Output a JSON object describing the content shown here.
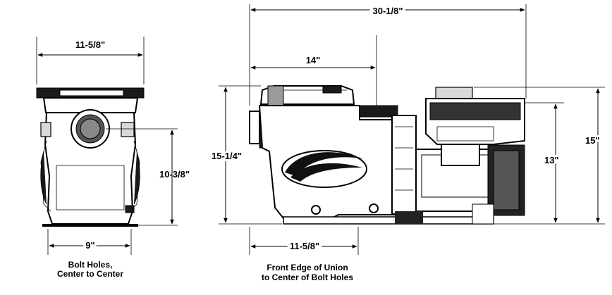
{
  "dimensions": {
    "front_width": "11-5/8\"",
    "front_height": "10-3/8\"",
    "bolt_spacing": "9\"",
    "overall_length": "30-1/8\"",
    "union_to_shaft": "14\"",
    "overall_height": "15\"",
    "union_height": "15-1/4\"",
    "motor_height": "13\"",
    "union_to_bolt": "11-5/8\""
  },
  "captions": {
    "bolt_holes_line1": "Bolt Holes,",
    "bolt_holes_line2": "Center to Center",
    "front_edge_line1": "Front Edge of Union",
    "front_edge_line2": "to Center of Bolt Holes"
  },
  "colors": {
    "line": "#000000",
    "background": "#ffffff",
    "shade": "#1a1a1a"
  }
}
